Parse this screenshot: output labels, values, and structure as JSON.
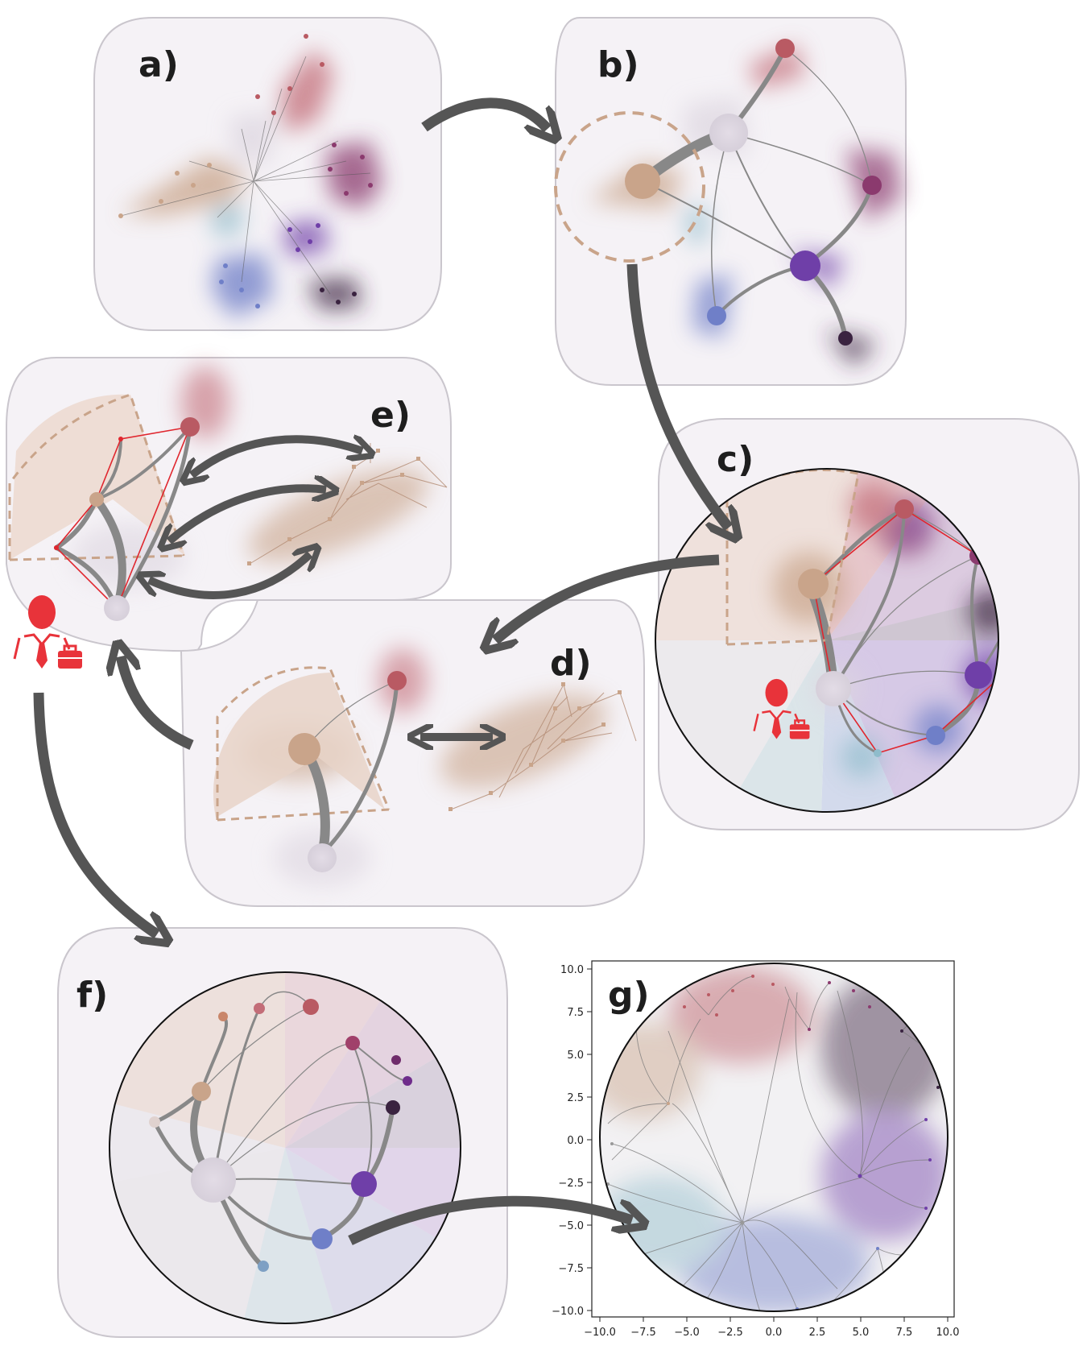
{
  "panels": {
    "a": "a)",
    "b": "b)",
    "c": "c)",
    "d": "d)",
    "e": "e)",
    "f": "f)",
    "g": "g)"
  },
  "plot_g": {
    "x_ticks": [
      "−10.0",
      "−7.5",
      "−5.0",
      "−2.5",
      "0.0",
      "2.5",
      "5.0",
      "7.5",
      "10.0"
    ],
    "y_ticks": [
      "10.0",
      "7.5",
      "5.0",
      "2.5",
      "0.0",
      "−2.5",
      "−5.0",
      "−7.5",
      "−10.0"
    ],
    "xlim": [
      -10.5,
      10.5
    ],
    "ylim": [
      -10.5,
      10.5
    ]
  },
  "colors": {
    "tan": "#c9a48a",
    "red": "#b95a63",
    "plum": "#8b3a6e",
    "purple": "#6f3fa8",
    "blue": "#6f7fc8",
    "teal": "#8fbccb",
    "dark": "#3a2340",
    "gray_node": "#ddd6e0",
    "arrow": "#555555",
    "user": "#e8333a",
    "panel_bg": "#f5f2f6",
    "panel_border": "#c9c6cc"
  },
  "icons": [
    "arrow-icon",
    "double-arrow-icon",
    "user-icon",
    "briefcase-icon"
  ]
}
